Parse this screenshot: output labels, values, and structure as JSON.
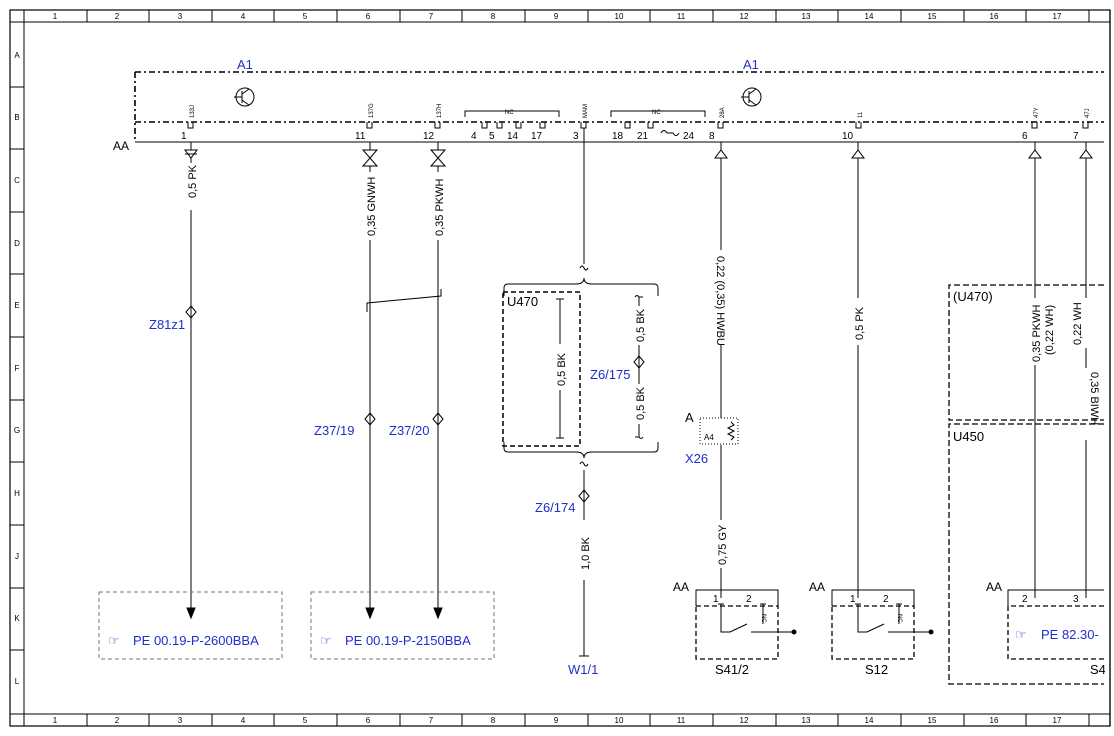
{
  "grid": {
    "columns": [
      "1",
      "2",
      "3",
      "4",
      "5",
      "6",
      "7",
      "8",
      "9",
      "10",
      "11",
      "12",
      "13",
      "14",
      "15",
      "16",
      "17"
    ],
    "rows": [
      "A",
      "B",
      "C",
      "D",
      "E",
      "F",
      "G",
      "H",
      "J",
      "K",
      "L"
    ]
  },
  "components": {
    "a1_left": "A1",
    "a1_right": "A1",
    "aa_main": "AA",
    "u470": "U470",
    "u470_paren": "(U470)",
    "u450": "U450",
    "x26": "X26",
    "x26_a": "A",
    "x26_pin": "A4",
    "aa_s41": "AA",
    "aa_s12": "AA",
    "aa_s4": "AA",
    "s41_2": "S41/2",
    "s12": "S12",
    "s4": "S4",
    "w1_1": "W1/1",
    "nc_s41": "NC",
    "nc_s12": "NC"
  },
  "pins": {
    "p1": "1",
    "p11": "11",
    "p12": "12",
    "p4": "4",
    "p5": "5",
    "p14": "14",
    "p17": "17",
    "p3": "3",
    "p18": "18",
    "p21": "21",
    "p24": "24",
    "p8": "8",
    "p10": "10",
    "p6": "6",
    "p7": "7",
    "s41_1": "1",
    "s41_2": "2",
    "s12_1": "1",
    "s12_2": "2",
    "s4_2": "2",
    "s4_3": "3"
  },
  "pin_labels": {
    "l1": "133J",
    "l11": "137G",
    "l12": "137H",
    "l3": "MAM",
    "l8": "28A",
    "l10": "11",
    "l6": "47Y",
    "l7": "47J",
    "nc1": "NC",
    "nc2": "NC"
  },
  "wires": {
    "w1": "0,5 PK",
    "w11": "0,35 GNWH",
    "w12": "0,35 PKWH",
    "w_u470": "0,5 BK",
    "w_z6_upper": "0,5 BK",
    "w_z6_lower": "0,5 BK",
    "w_z6_bottom": "1,0 BK",
    "w8_top": "0,22 (0,35) HWBU",
    "w8_bottom": "0,75 GY",
    "w10": "0,5 PK",
    "w6a": "0,35 PKWH",
    "w6b": "(0,22 WH)",
    "w7": "0,22 WH",
    "w7b": "0,35 BIWH"
  },
  "splices": {
    "z81z1": "Z81z1",
    "z37_19": "Z37/19",
    "z37_20": "Z37/20",
    "z6_175": "Z6/175",
    "z6_174": "Z6/174"
  },
  "refs": {
    "ref1": "PE 00.19-P-2600BBA",
    "ref2": "PE 00.19-P-2150BBA",
    "ref3": "PE 82.30-"
  },
  "colors": {
    "blue_label": "#1f2ecf"
  }
}
